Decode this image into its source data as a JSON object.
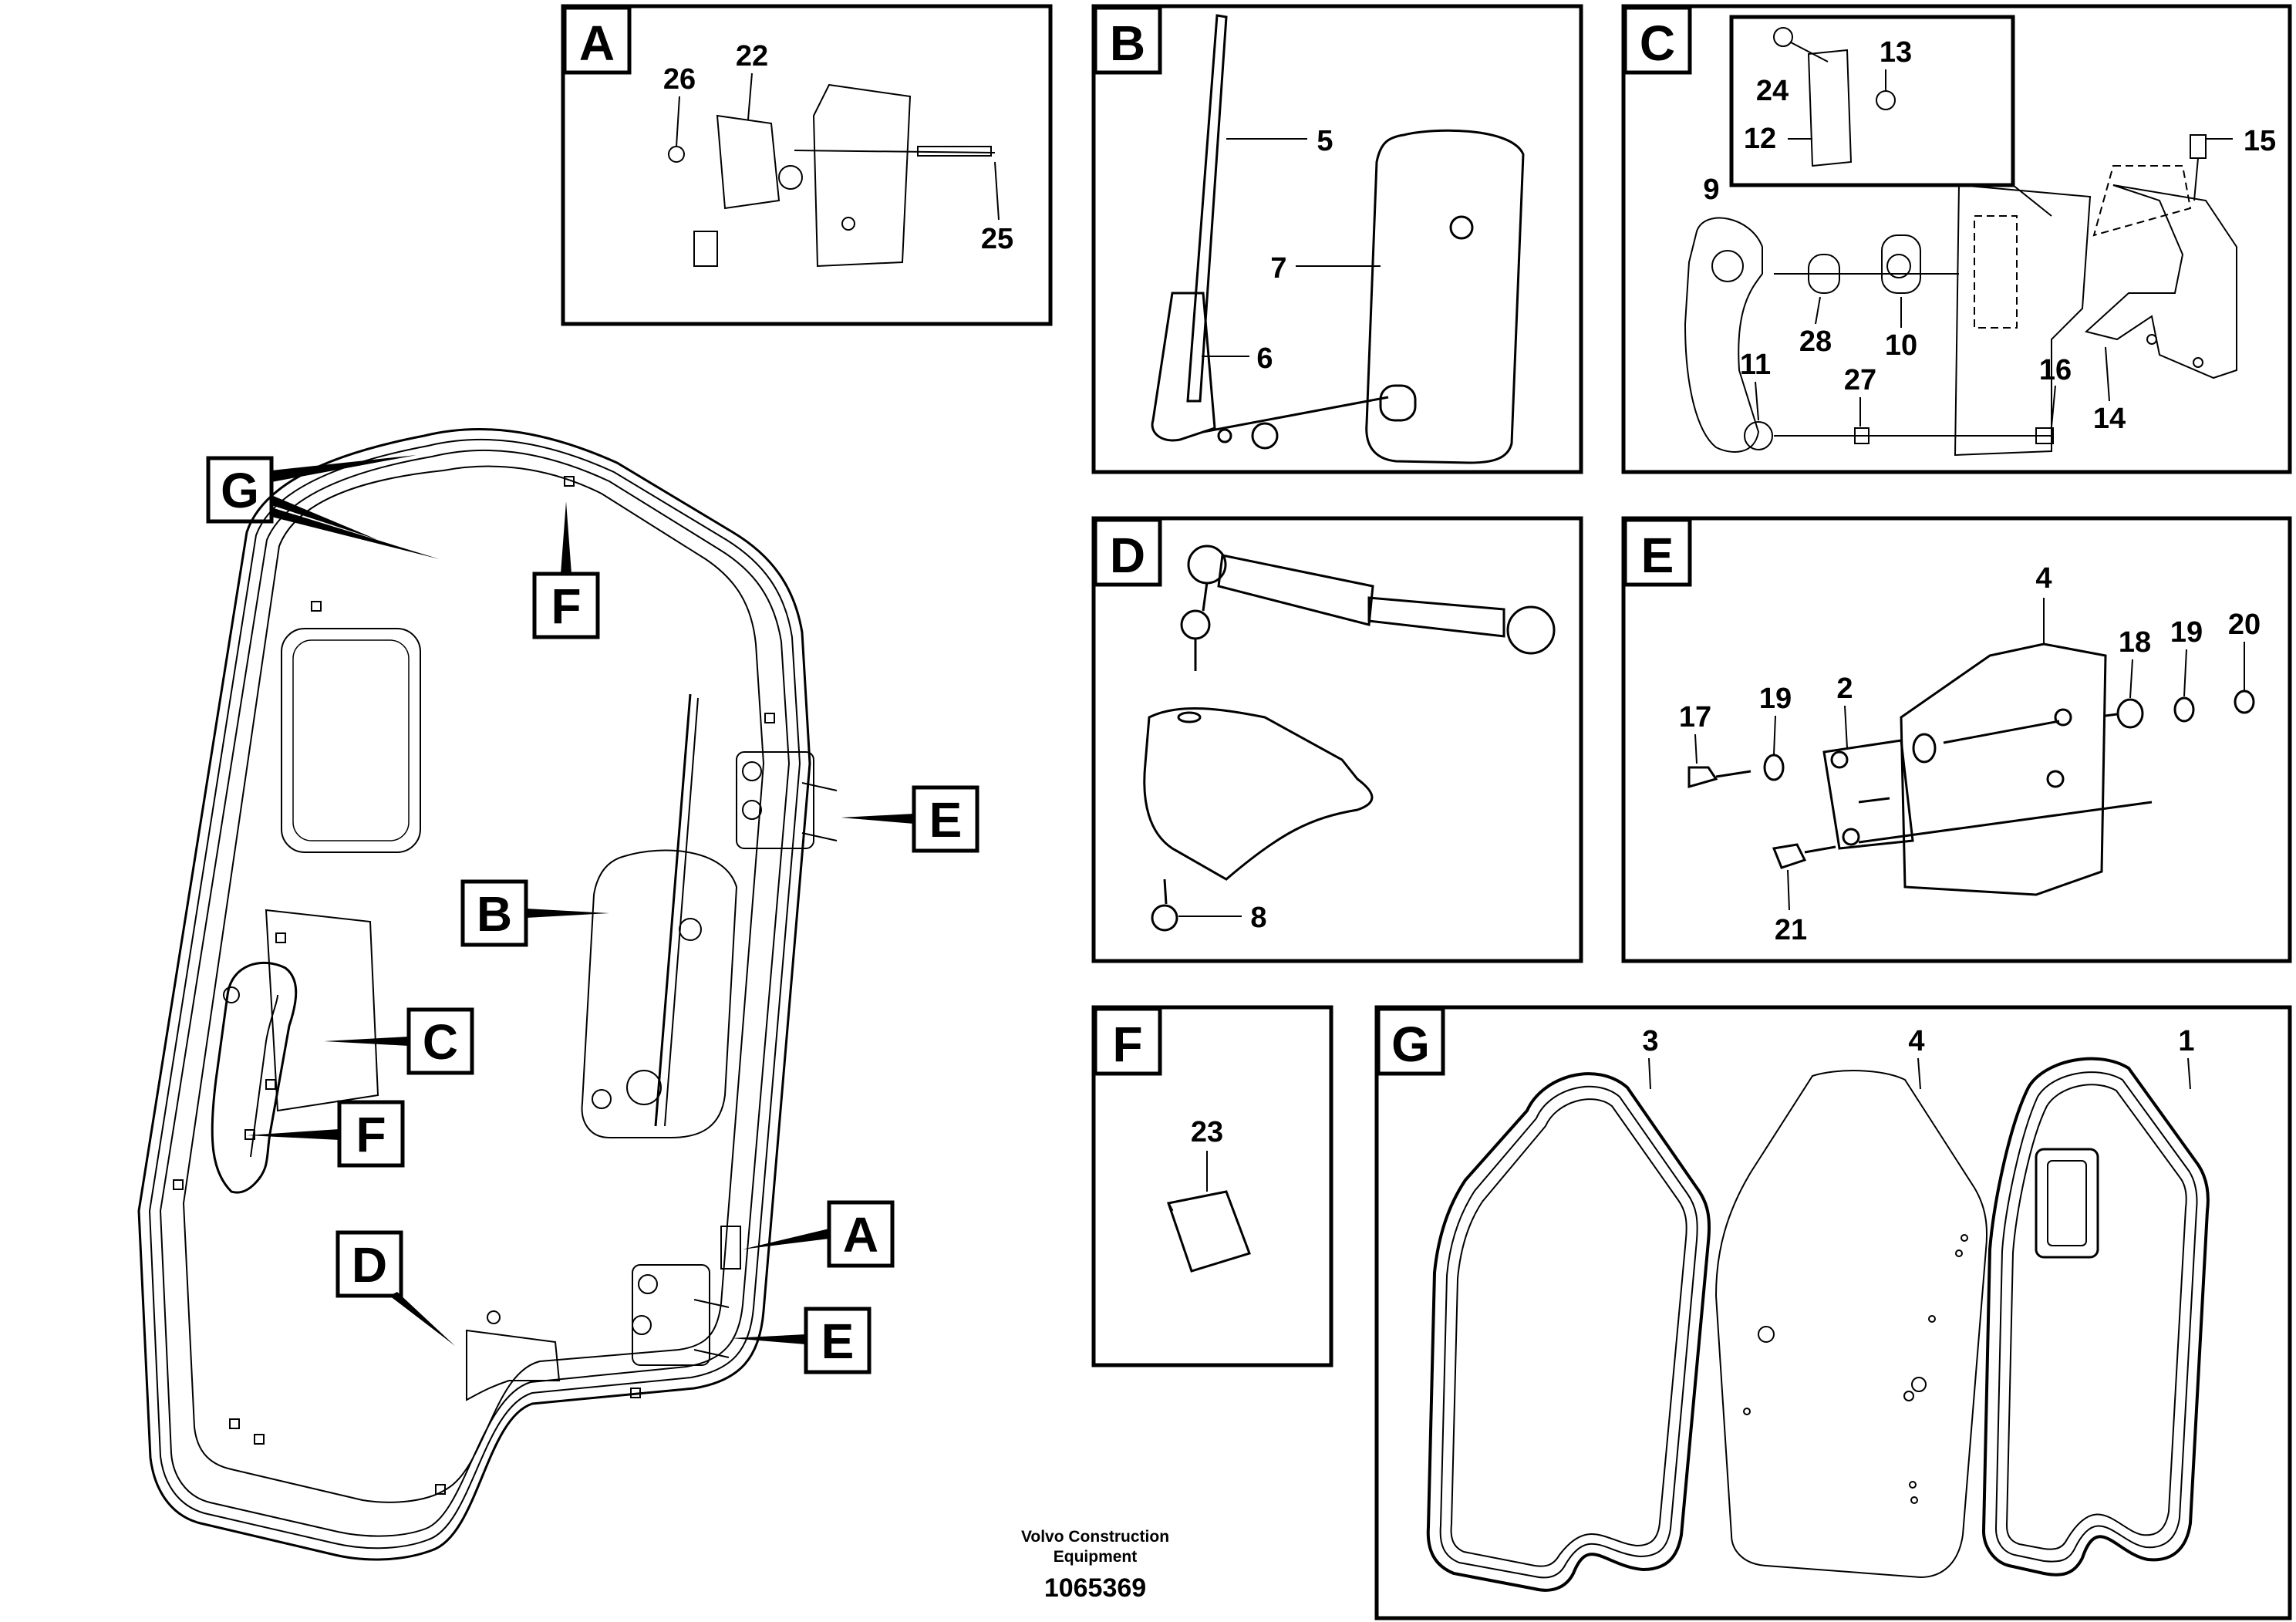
{
  "panels": {
    "A": {
      "letter": "A",
      "parts": [
        "26",
        "22",
        "25"
      ]
    },
    "B": {
      "letter": "B",
      "parts": [
        "5",
        "7",
        "6"
      ]
    },
    "C": {
      "letter": "C",
      "parts": [
        "13",
        "24",
        "12",
        "15",
        "9",
        "28",
        "10",
        "11",
        "27",
        "16",
        "14"
      ]
    },
    "D": {
      "letter": "D",
      "parts": [
        "8"
      ]
    },
    "E": {
      "letter": "E",
      "parts": [
        "4",
        "18",
        "19",
        "20",
        "17",
        "19",
        "2",
        "21"
      ]
    },
    "F": {
      "letter": "F",
      "parts": [
        "23"
      ]
    },
    "G": {
      "letter": "G",
      "parts": [
        "3",
        "4",
        "1"
      ]
    }
  },
  "callouts": [
    "G",
    "F",
    "E",
    "B",
    "C",
    "F",
    "A",
    "D",
    "E"
  ],
  "footer": {
    "line1": "Volvo Construction",
    "line2": "Equipment",
    "number": "1065369"
  }
}
